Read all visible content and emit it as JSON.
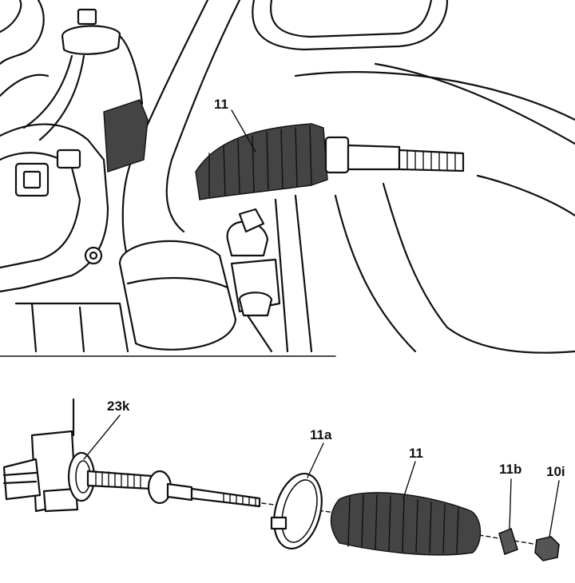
{
  "labels": {
    "top_boot": "11",
    "seal_ring": "23k",
    "clamp": "11a",
    "boot": "11",
    "small_clamp": "11b",
    "nut": "10i"
  }
}
